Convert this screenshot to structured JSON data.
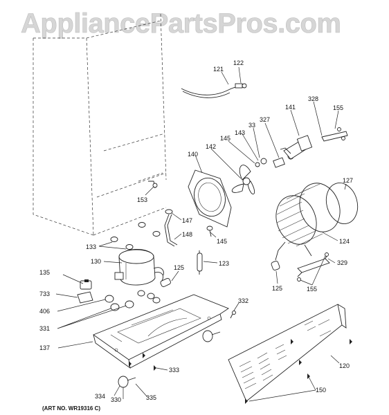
{
  "watermark": "AppliancePartsPros.com",
  "art_number": "(ART NO. WR19316 C)",
  "parts": {
    "p121": "121",
    "p122": "122",
    "p328": "328",
    "p141": "141",
    "p155a": "155",
    "p33": "33",
    "p327": "327",
    "p143": "143",
    "p145a": "145",
    "p142": "142",
    "p140": "140",
    "p127": "127",
    "p153": "153",
    "p147": "147",
    "p148": "148",
    "p145b": "145",
    "p124": "124",
    "p133": "133",
    "p130": "130",
    "p125a": "125",
    "p123": "123",
    "p329": "329",
    "p135": "135",
    "p125b": "125",
    "p155b": "155",
    "p733": "733",
    "p332": "332",
    "p406": "406",
    "p331": "331",
    "p137": "137",
    "p120": "120",
    "p333": "333",
    "p150": "150",
    "p334": "334",
    "p330": "330",
    "p335": "335"
  }
}
